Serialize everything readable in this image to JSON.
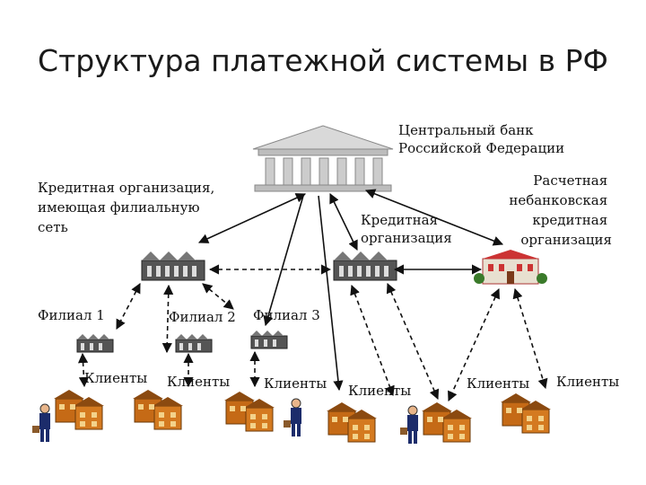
{
  "title": "Структура платежной системы в РФ",
  "labels": {
    "central_bank": [
      "Центральный банк",
      "Российской Федерации"
    ],
    "credit_org_branches": [
      "Кредитная организация,",
      "имеющая филиальную",
      "сеть"
    ],
    "credit_org": [
      "Кредитная",
      "организация"
    ],
    "settlement_org": [
      "Расчетная",
      "небанковская",
      "кредитная",
      "организация"
    ],
    "branch1": "Филиал 1",
    "branch2": "Филиал 2",
    "branch3": "Филиал 3",
    "clients": [
      "Клиенты",
      "Клиенты",
      "Клиенты",
      "Клиенты",
      "Клиенты",
      "Клиенты"
    ]
  }
}
